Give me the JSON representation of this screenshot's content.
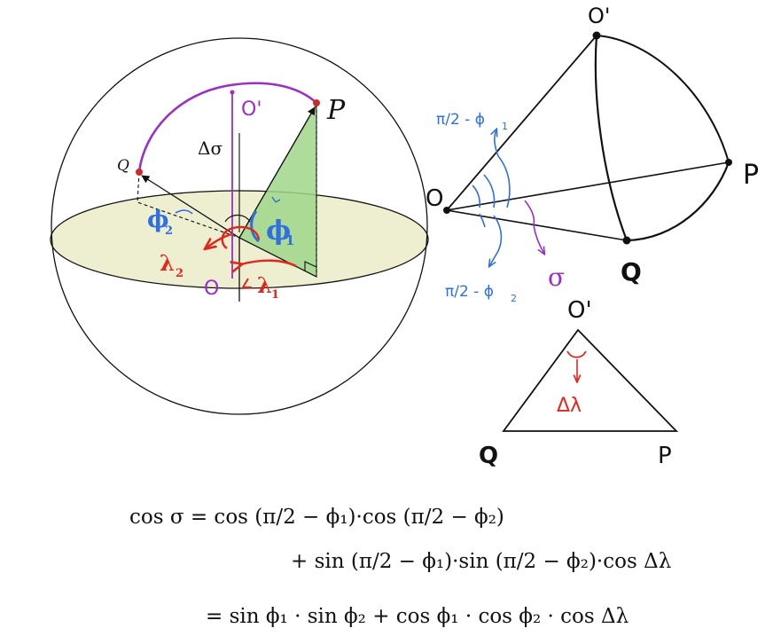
{
  "colors": {
    "ink": "#111111",
    "blue": "#2f6fe0",
    "purple": "#9a2fc7",
    "red": "#e2261e",
    "green_fill": "#9fd68a",
    "plane_fill": "#eeeed0",
    "point": "#cc2b2b"
  },
  "sphere": {
    "label_P": "P",
    "label_Q": "Q",
    "label_O": "O",
    "label_O_prime": "O'",
    "label_delta_sigma": "Δσ",
    "label_phi1": "ϕ",
    "label_phi1_sub": "1",
    "label_phi2": "ϕ",
    "label_phi2_sub": "2",
    "label_lambda1": "λ",
    "label_lambda1_sub": "1",
    "label_lambda2": "λ",
    "label_lambda2_sub": "2"
  },
  "tetra": {
    "label_O_prime": "O'",
    "label_O": "O",
    "label_P": "P",
    "label_Q": "Q",
    "label_top_angle": "π/2 - ϕ",
    "label_top_angle_sub": "1",
    "label_bottom_angle": "π/2 - ϕ",
    "label_bottom_angle_sub": "2",
    "label_sigma": "σ"
  },
  "triangle": {
    "label_O_prime": "O'",
    "label_Q": "Q",
    "label_P": "P",
    "label_delta_lambda": "Δλ"
  },
  "formula": {
    "line1": "cos σ = cos (π/2 − ϕ₁)·cos (π/2 − ϕ₂)",
    "line2": "+ sin (π/2 − ϕ₁)·sin (π/2 − ϕ₂)·cos Δλ",
    "line3": "= sin ϕ₁ · sin ϕ₂ + cos ϕ₁ · cos ϕ₂ · cos Δλ"
  }
}
